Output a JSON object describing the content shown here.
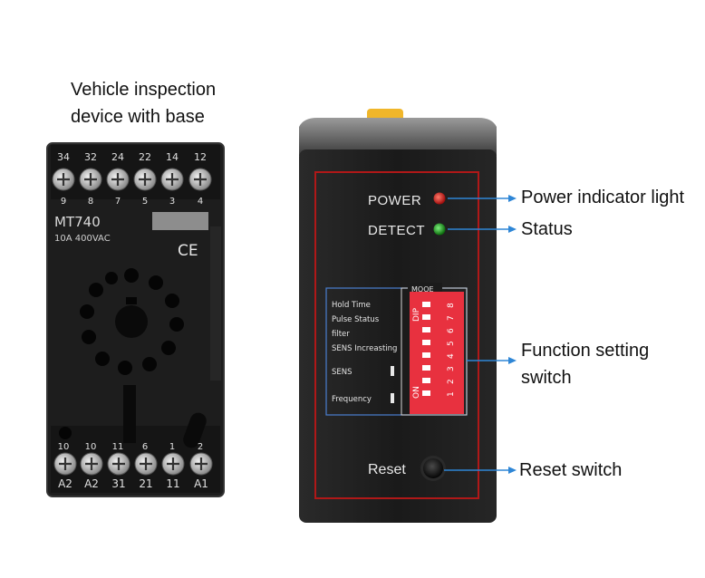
{
  "caption": {
    "line1": "Vehicle inspection",
    "line2": "device with base"
  },
  "base": {
    "model": "MT740",
    "rating": "10A 400VAC",
    "ce_mark": "CE",
    "top_terminals": [
      "34",
      "32",
      "24",
      "22",
      "14",
      "12"
    ],
    "top_numbers": [
      "9",
      "8",
      "7",
      "5",
      "3",
      "4"
    ],
    "bottom_numbers": [
      "10",
      "10",
      "11",
      "6",
      "1",
      "2"
    ],
    "bottom_labels": [
      "A2",
      "A2",
      "31",
      "21",
      "11",
      "A1"
    ]
  },
  "detector": {
    "power_label": "POWER",
    "detect_label": "DETECT",
    "mode_label": "MOOE",
    "settings": [
      "Hold Time",
      "Pulse Status",
      "filter",
      "SENS Increasting",
      "SENS",
      "Frequency"
    ],
    "dip_label": "DIP",
    "on_label": "ON",
    "dip_numbers": [
      "8",
      "7",
      "6",
      "5",
      "4",
      "3",
      "2",
      "1"
    ],
    "reset_label": "Reset",
    "colors": {
      "body": "#1b1b1b",
      "power_led": "#d41414",
      "detect_led": "#1ea31e",
      "dip_switch": "#e8313f",
      "frame_red": "#b01818",
      "panel_blue": "#4a7fd0"
    }
  },
  "callouts": {
    "power": "Power indicator light",
    "status": "Status",
    "function_line1": "Function setting",
    "function_line2": "switch",
    "reset": "Reset switch",
    "arrow_color": "#2e86d6"
  }
}
